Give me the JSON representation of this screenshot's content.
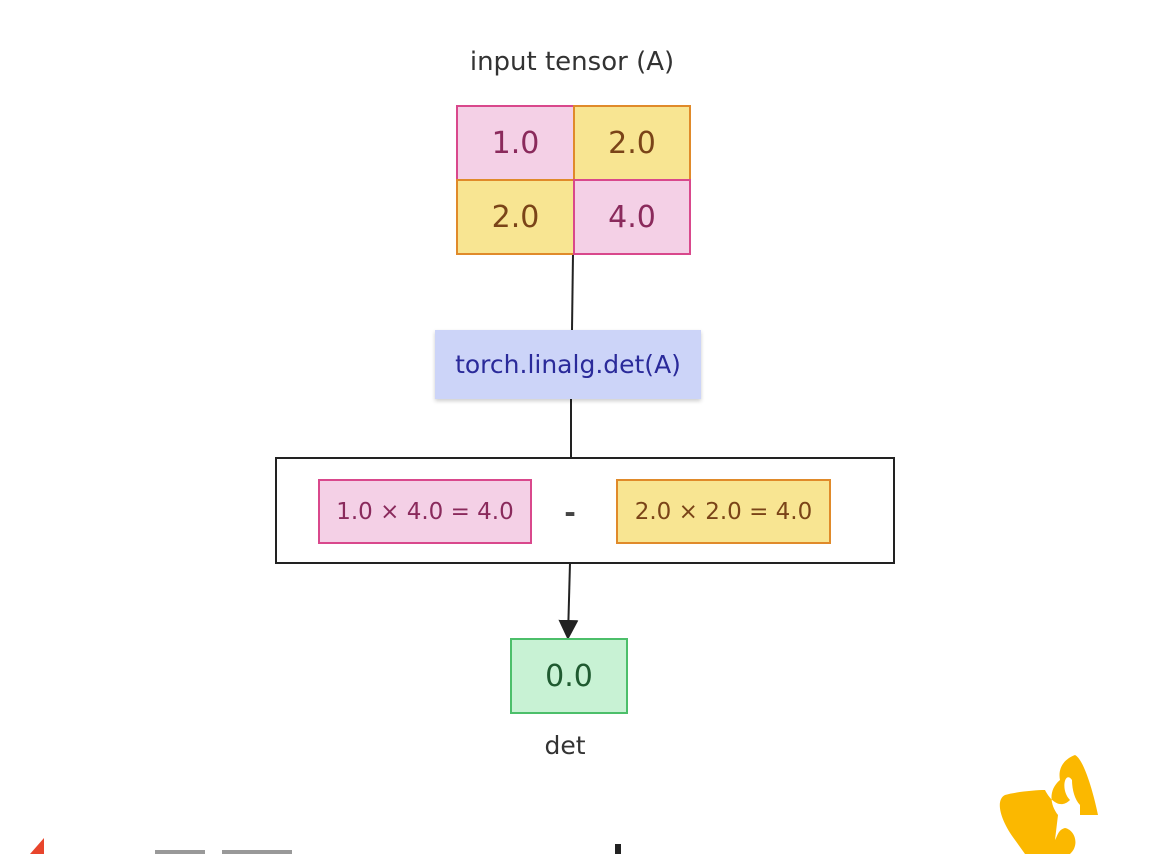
{
  "input_label": "input tensor (A)",
  "matrix": [
    [
      "1.0",
      "2.0"
    ],
    [
      "2.0",
      "4.0"
    ]
  ],
  "operation": "torch.linalg.det(A)",
  "products": {
    "left": "1.0 × 4.0 = 4.0",
    "operator": "-",
    "right": "2.0 × 2.0 = 4.0"
  },
  "result": {
    "value": "0.0",
    "label": "det"
  },
  "colors": {
    "pink": "#f4d0e6",
    "yellow": "#f8e592",
    "blue": "#ccd4f8",
    "green": "#c8f2d4"
  }
}
